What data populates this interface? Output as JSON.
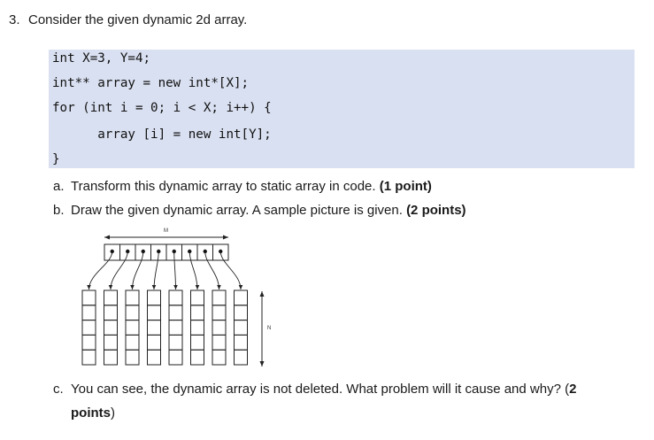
{
  "question": {
    "number": "3.",
    "text": "Consider the given dynamic 2d array."
  },
  "code": {
    "lines": [
      "int X=3, Y=4;",
      "int** array = new int*[X];",
      "for (int i = 0; i < X; i++) {",
      "      array [i] = new int[Y];",
      "}"
    ]
  },
  "parts": [
    {
      "letter": "a.",
      "text": "Transform this dynamic array to static array in code. ",
      "points": "(1 point)"
    },
    {
      "letter": "b.",
      "text": "Draw the given dynamic array. A sample picture is given. ",
      "points": "(2 points)"
    },
    {
      "letter": "c.",
      "text": "You can see, the dynamic array is not deleted. What problem will it cause and why? (",
      "points_bold": "2",
      "points_line2_bold": "points",
      "points_line2_end": ")"
    }
  ],
  "figure": {
    "label_m": "M",
    "label_n": "N",
    "pointer_count": 8,
    "rows_per_column": 5
  }
}
